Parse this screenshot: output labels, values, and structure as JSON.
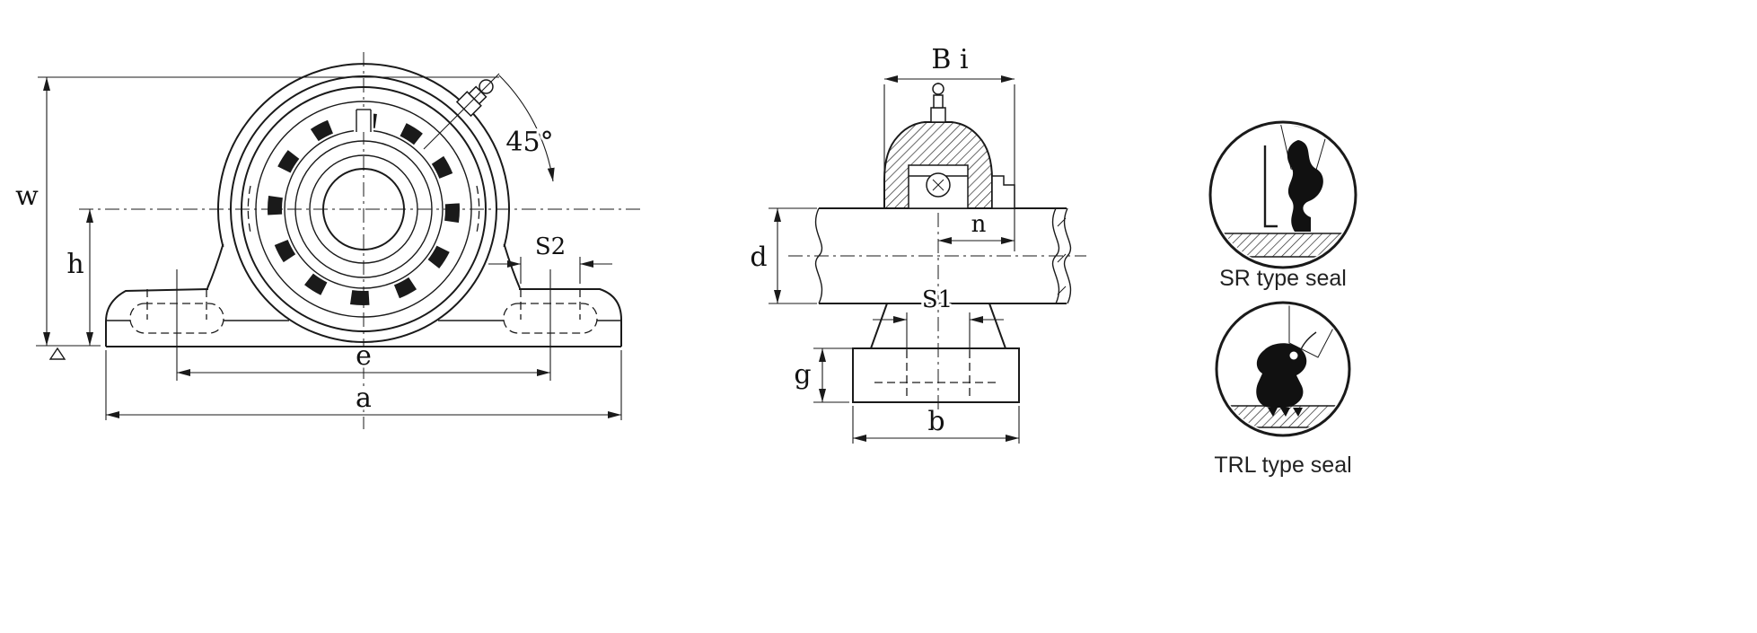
{
  "front_view": {
    "labels": {
      "w": "w",
      "h": "h",
      "e": "e",
      "a": "a",
      "s2": "S2",
      "angle": "45°"
    }
  },
  "side_view": {
    "labels": {
      "bi": "B i",
      "n": "n",
      "d": "d",
      "s1": "S1",
      "g": "g",
      "b": "b"
    }
  },
  "seal_details": {
    "sr_label": "SR type seal",
    "trl_label": "TRL type seal"
  },
  "colors": {
    "line": "#1a1a1a",
    "background": "#ffffff"
  }
}
